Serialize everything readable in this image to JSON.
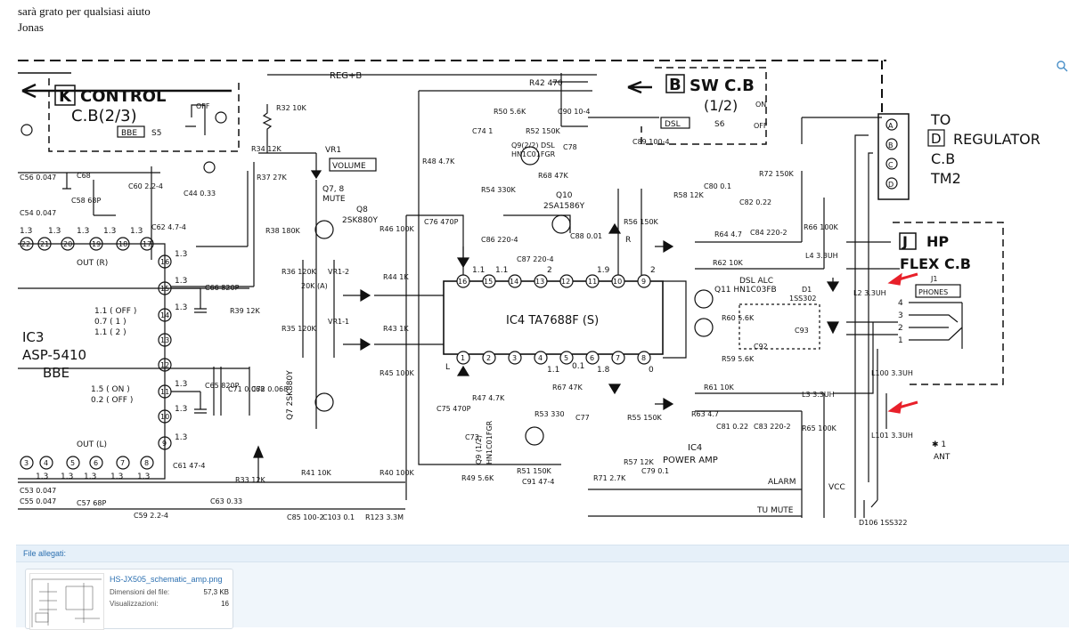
{
  "post": {
    "line1": "sarà grato per qualsiasi aiuto",
    "line2": "Jonas"
  },
  "schematic": {
    "blocks": {
      "control_letter": "K",
      "control_l1": "CONTROL",
      "control_l2": "C.B(2/3)",
      "bbe_box": "BBE",
      "s5": "S5",
      "sw_letter": "B",
      "sw_l1": "SW C.B",
      "sw_l2": "(1/2)",
      "dsl_box": "DSL",
      "s6": "S6",
      "on": "ON",
      "off": "OFF",
      "off_k": "OFF",
      "to": "TO",
      "reg_letter": "D",
      "reg_word": "REGULATOR",
      "reg_cb": "C.B",
      "reg_tm": "TM2",
      "hp_letter": "J",
      "hp_l1": "HP",
      "hp_l2": "FLEX C.B",
      "j1": "J1",
      "phones": "PHONES",
      "reg_b": "REG+B",
      "volume": "VOLUME",
      "vr1": "VR1",
      "ic4_label": "IC4  TA7688F (S)",
      "ic4_power": "IC4",
      "power_amp": "POWER AMP",
      "ic3": "IC3",
      "asp": "ASP-5410",
      "bbe": "BBE",
      "out_r": "OUT (R)",
      "out_l": "OUT (L)",
      "alarm": "ALARM",
      "tu_mute": "TU MUTE",
      "vcc": "VCC",
      "ant": "ANT",
      "ant_num": "✱ 1",
      "q78": "Q7, 8",
      "mute": "MUTE",
      "q8": "Q8",
      "q8_part": "2SK880Y",
      "q7_part": "Q7 2SK880Y",
      "q10": "Q10",
      "q10_part": "2SA1586Y",
      "q9a": "Q9(2/2) DSL",
      "q9a_part": "HN1C01FGR",
      "q9b": "Q9 (1/2)",
      "q9b_part": "HN1C01FGR",
      "q11": "Q11  HN1C03FB",
      "dsl_alc": "DSL  ALC",
      "d1": "D1",
      "d1_part": "1SS302",
      "l_label": "L",
      "r_label": "R"
    },
    "pins": {
      "ic4_top": [
        "16",
        "15",
        "14",
        "13",
        "12",
        "11",
        "10",
        "9"
      ],
      "ic4_bot": [
        "1",
        "2",
        "3",
        "4",
        "5",
        "6",
        "7",
        "8"
      ],
      "ic3_top_row": [
        "22",
        "21",
        "20",
        "19",
        "18",
        "17"
      ],
      "ic3_side": [
        "16",
        "15",
        "14",
        "13",
        "12",
        "11",
        "10",
        "9"
      ],
      "ic3_bot_row": [
        "3",
        "4",
        "5",
        "6",
        "7",
        "8"
      ],
      "reg_pins": [
        "A",
        "B",
        "C",
        "D"
      ],
      "hp_pins": [
        "4",
        "3",
        "2",
        "1"
      ]
    },
    "components": [
      "R32 10K",
      "R34 12K",
      "R37 27K",
      "R38 180K",
      "R39 12K",
      "C56 0.047",
      "C54 0.047",
      "C68",
      "C58 68P",
      "C60 2.2-4",
      "C44 0.33",
      "C62 4.7-4",
      "C66 820P",
      "C65 820P",
      "C71 0.068",
      "C72 0.068",
      "C61 47-4",
      "C63 0.33",
      "C57 68P",
      "C59 2.2-4",
      "C53 0.047",
      "C55 0.047",
      "R36 120K",
      "R35 120K",
      "VR1-2",
      "VR1-1",
      "20K (A)",
      "R46 100K",
      "R44 1K",
      "R43 1K",
      "R45 100K",
      "C76 470P",
      "C86 220-4",
      "C87 220-4",
      "C88 0.01",
      "C75 470P",
      "R47 4.7K",
      "C73",
      "R49 5.6K",
      "R51 150K",
      "C91 47-4",
      "R53 330",
      "C77",
      "R71 2.7K",
      "R57 12K",
      "C79 0.1",
      "R55 150K",
      "R67 47K",
      "R48 4.7K",
      "C74 1",
      "R50 5.6K",
      "R52 150K",
      "R54 330K",
      "C78",
      "R68 47K",
      "R42 470",
      "C90 10-4",
      "C89 100-4",
      "R56 150K",
      "R58 12K",
      "C80 0.1",
      "R72 150K",
      "C82 0.22",
      "R64 4.7",
      "C84 220-2",
      "R66 100K",
      "L4 3.3UH",
      "R62 10K",
      "R60 5.6K",
      "R59 5.6K",
      "C92",
      "C93",
      "R61 10K",
      "R63 4.7",
      "C81 0.22",
      "C83 220-2",
      "R65 100K",
      "L3 3.3UH",
      "L2 3.3UH",
      "L100 3.3UH",
      "L101 3.3UH",
      "D106 1SS322",
      "R33 12K",
      "R41 10K",
      "R40 100K",
      "C85 100-2",
      "C103 0.1",
      "R123 3.3M"
    ],
    "values": {
      "v13": "1.3",
      "v11": "1.1",
      "v01": "0.1",
      "v18": "1.8",
      "v19": "1.9",
      "v0": "0",
      "v2": "2",
      "b11": "1.1 ( OFF )",
      "b07": "0.7 ( 1 )",
      "b112": "1.1 ( 2 )",
      "b15": "1.5 ( ON )",
      "b02": "0.2 ( OFF )"
    }
  },
  "attachments": {
    "header": "File allegati:",
    "file": {
      "name": "HS-JX505_schematic_amp.png",
      "size_label": "Dimensioni del file:",
      "size": "57,3 KB",
      "views_label": "Visualizzazioni:",
      "views": "16"
    }
  },
  "colors": {
    "ink": "#111111",
    "arrow_red": "#e8202a",
    "link_blue": "#2b6fb0",
    "attach_bg": "#f0f6fb"
  },
  "icons": {
    "expand": "expand-icon"
  }
}
